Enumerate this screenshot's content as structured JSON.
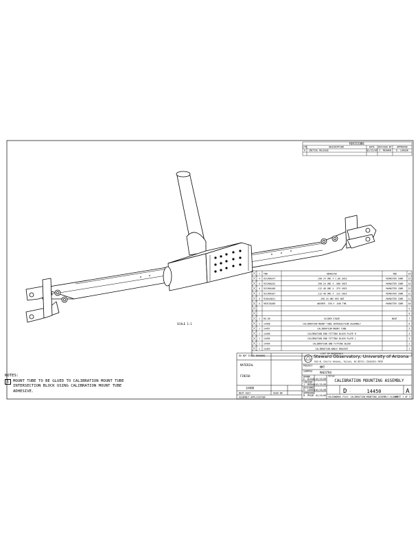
{
  "revisions": {
    "title": "REVISIONS",
    "headers": [
      "LTR",
      "DESCRIPTION",
      "DATE",
      "REVISED BY",
      "APPROVED"
    ],
    "rows": [
      [
        "A",
        "INITIAL RELEASE",
        "02/25/09",
        "J. MERHAN",
        "D. LARSEN"
      ]
    ]
  },
  "scale": "SCALE 1:1",
  "bom": {
    "rows": [
      {
        "qty": "1",
        "part": "TBD",
        "desc": "ADHESIVE",
        "vendor": "TBD",
        "item": "16"
      },
      {
        "qty": "4",
        "part": "92196A247",
        "desc": ".190-24 UNC X 1.00 SHCS",
        "vendor": "McMASTER CARR",
        "item": "15"
      },
      {
        "qty": "4",
        "part": "92196A242",
        "desc": ".190-24 UNC X .500 SHCS",
        "vendor": "McMASTER CARR",
        "item": "14"
      },
      {
        "qty": "4",
        "part": "92196A106",
        "desc": ".112-40 UNC X .375 SHCS",
        "vendor": "McMASTER CARR",
        "item": "13"
      },
      {
        "qty": "2",
        "part": "92196A107",
        "desc": ".112-40 UNC X .312 SHCS",
        "vendor": "McMASTER CARR",
        "item": "12"
      },
      {
        "qty": "4",
        "part": "91841A011",
        "desc": ".190-24 UNC HEX NUT",
        "vendor": "McMASTER CARR",
        "item": "11"
      },
      {
        "qty": "4",
        "part": "90313A206",
        "desc": "WASHER .190 X .040 THK",
        "vendor": "McMASTER CARR",
        "item": "10"
      },
      {
        "qty": "",
        "part": "",
        "desc": "",
        "vendor": "",
        "item": "9"
      },
      {
        "qty": "",
        "part": "",
        "desc": "",
        "vendor": "",
        "item": "8"
      },
      {
        "qty": "1",
        "part": "RX-50",
        "desc": "SLIDER STAGE",
        "vendor": "NEAT",
        "item": "7"
      },
      {
        "qty": "1",
        "part": "14458",
        "desc": "CALIBRATION MOUNT TUBE INTERSECTION ASSEMBLY",
        "vendor": "",
        "item": "6"
      },
      {
        "qty": "1",
        "part": "14457",
        "desc": "CALIBRATION MOUNT TUBE",
        "vendor": "",
        "item": "5"
      },
      {
        "qty": "1",
        "part": "14456",
        "desc": "CALIBRATION END FITTING BLOCK PLATE R",
        "vendor": "",
        "item": "4"
      },
      {
        "qty": "1",
        "part": "14455",
        "desc": "CALIBRATION END FITTING BLOCK PLATE L",
        "vendor": "",
        "item": "3"
      },
      {
        "qty": "1",
        "part": "14454",
        "desc": "CALIBRATION END FITTING BLOCK",
        "vendor": "",
        "item": "2"
      },
      {
        "qty": "1",
        "part": "14453",
        "desc": "CALIBRATION ANGLE BRACKET",
        "vendor": "",
        "item": "1"
      }
    ],
    "footer": "LIST OF MATERIALS"
  },
  "title_block": {
    "org": "Steward Observatory, University of Arizona",
    "address": "933 N. Cherry Avenue, Tucson, AZ 85721  (520)621-7659",
    "project_label": "PROJECT",
    "project": "MMT",
    "sub_label": "SUBPROJ",
    "subproject": "MAESTRO",
    "title_label": "TITLE",
    "title": "CALIBRATION MOUNTING ASSEMBLY",
    "size": "D",
    "drawing_number": "14450",
    "revision": "A",
    "sheet": "SHEET 1 OF 3",
    "drawn_label": "DRAWN",
    "checked_label": "CHECKED",
    "designed_label": "DESIGNED",
    "approved_label": "APPROVED",
    "drawn_by": "E. OLSZAK",
    "drawn_date": "02/25/09",
    "checked_by": "J. MERHAN",
    "checked_date": "02/25/09",
    "designed_by": "D. LARSEN",
    "designed_date": "02/25/09",
    "approved_by": "M. PRIOR",
    "approved_date": "02/25/09",
    "material_label": "MATERIAL",
    "finish_label": "FINISH",
    "next_assy": "14400",
    "next_assy_label": "NEXT ASSY",
    "used_on_label": "USED ON",
    "application_label": "ASSEMBLY APPLICATION",
    "dim_note": "DO NOT SCALE DRAWING",
    "file": "SOLIDWORKS FILE: CALIBRATION_MOUNTING_ASSEMBLY.SLDASM"
  },
  "notes": {
    "title": "NOTES:",
    "items": [
      {
        "num": "1",
        "lines": [
          "MOUNT TUBE TO BE GLUED TO CALIBRATION MOUNT TUBE",
          "INTERSECTION BLOCK USING CALIBRATION MOUNT TUBE",
          "ADHESIVE."
        ]
      }
    ]
  }
}
